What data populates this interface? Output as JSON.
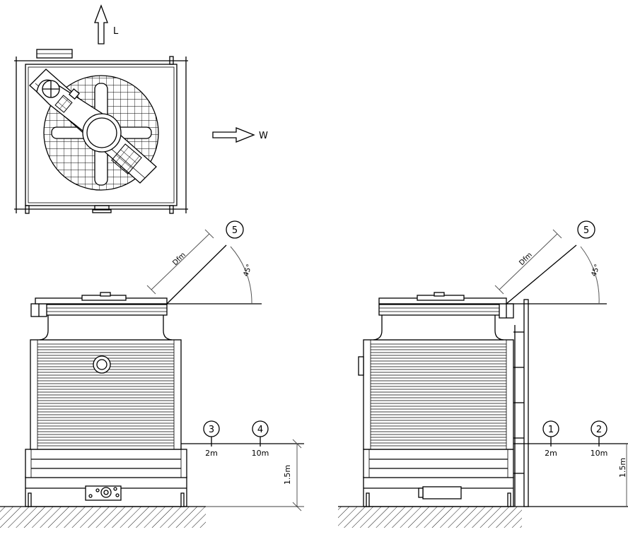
{
  "plan_view": {
    "direction_length_label": "L",
    "direction_width_label": "W"
  },
  "front_elevation": {
    "points": [
      {
        "id": "3",
        "distance": "2m"
      },
      {
        "id": "4",
        "distance": "10m"
      }
    ],
    "diagonal_point": {
      "id": "5",
      "distance_label": "Dfm",
      "angle": "45°"
    },
    "height_label": "1.5m"
  },
  "side_elevation": {
    "points": [
      {
        "id": "1",
        "distance": "2m"
      },
      {
        "id": "2",
        "distance": "10m"
      }
    ],
    "diagonal_point": {
      "id": "5",
      "distance_label": "Dfm",
      "angle": "45°"
    },
    "height_label": "1.5m"
  }
}
